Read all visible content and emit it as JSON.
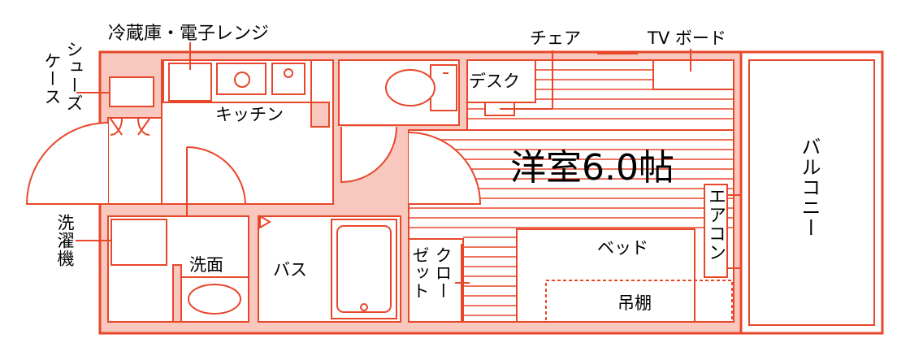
{
  "colors": {
    "wall": "#e8472a",
    "fill": "#f8c8bf",
    "floor": "#ffffff",
    "text": "#000000"
  },
  "labels": {
    "fridge_range": "冷蔵庫・電子レンジ",
    "shoe_case_1": "シューズ",
    "shoe_case_2": "ケース",
    "kitchen": "キッチン",
    "chair": "チェア",
    "tv_board": "TV ボード",
    "desk": "デスク",
    "room": "洋室6.0帖",
    "balcony": "バルコニー",
    "aircon": "エアコン",
    "washer": "洗濯機",
    "washroom": "洗面",
    "bath": "バス",
    "closet_1": "クロー",
    "closet_2": "ゼット",
    "bed": "ベッド",
    "shelf": "吊棚"
  }
}
